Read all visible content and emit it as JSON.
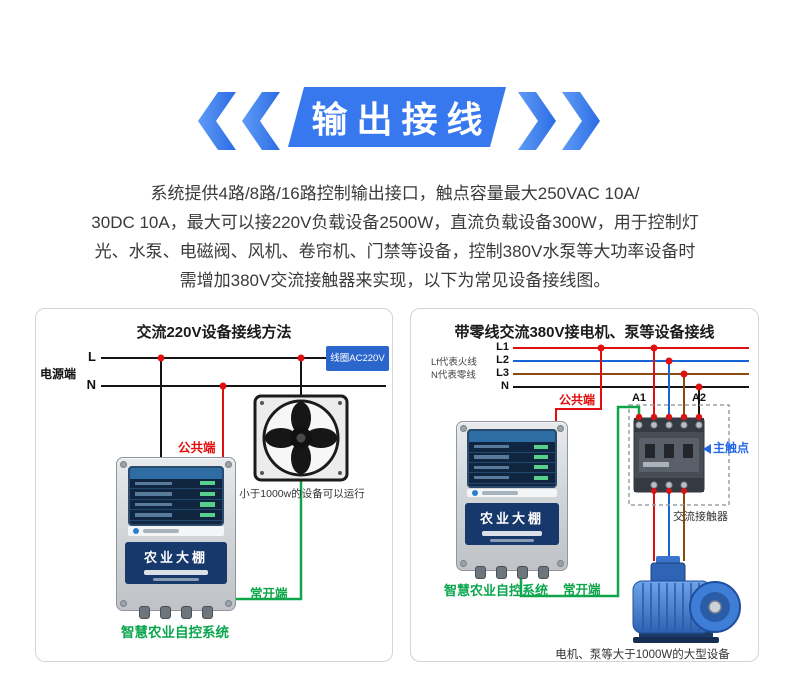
{
  "banner": {
    "title": "输出接线"
  },
  "description": {
    "lines": [
      "系统提供4路/8路/16路控制输出接口，触点容量最大250VAC 10A/",
      "30DC 10A，最大可以接220V负载设备2500W，直流负载设备300W，用于控制灯",
      "光、水泵、电磁阀、风机、卷帘机、门禁等设备，控制380V水泵等大功率设备时",
      "需增加380V交流接触器来实现，以下为常见设备接线图。"
    ]
  },
  "panel_220v": {
    "title": "交流220V设备接线方法",
    "power_side": "电源端",
    "line_l": "L",
    "line_n": "N",
    "coil_box": "线圈AC220V",
    "common_label": "公共端",
    "open_label": "常开端",
    "fan_note": "小于1000w的设备可以运行",
    "device_label": "农业大棚",
    "system_label": "智慧农业自控系统"
  },
  "panel_380v": {
    "title": "带零线交流380V接电机、泵等设备接线",
    "line_l1": "L1",
    "line_l2": "L2",
    "line_l3": "L3",
    "line_n": "N",
    "legend_live": "Lf代表火线",
    "legend_neutral": "N代表零线",
    "common_label": "公共端",
    "a1": "A1",
    "a2": "A2",
    "main_contact": "主触点",
    "contactor_label": "交流接触器",
    "open_label": "常开端",
    "device_label": "农业大棚",
    "system_label": "智慧农业自控系统",
    "motor_note": "电机、泵等大于1000W的大型设备"
  },
  "colors": {
    "accent_blue": "#3878ee",
    "wire_black": "#141414",
    "wire_red": "#e01010",
    "wire_green": "#0fa54a",
    "wire_blue": "#1565d8",
    "wire_brown": "#8a4a10",
    "label_green": "#0aa64e",
    "label_blue": "#2468e8"
  }
}
